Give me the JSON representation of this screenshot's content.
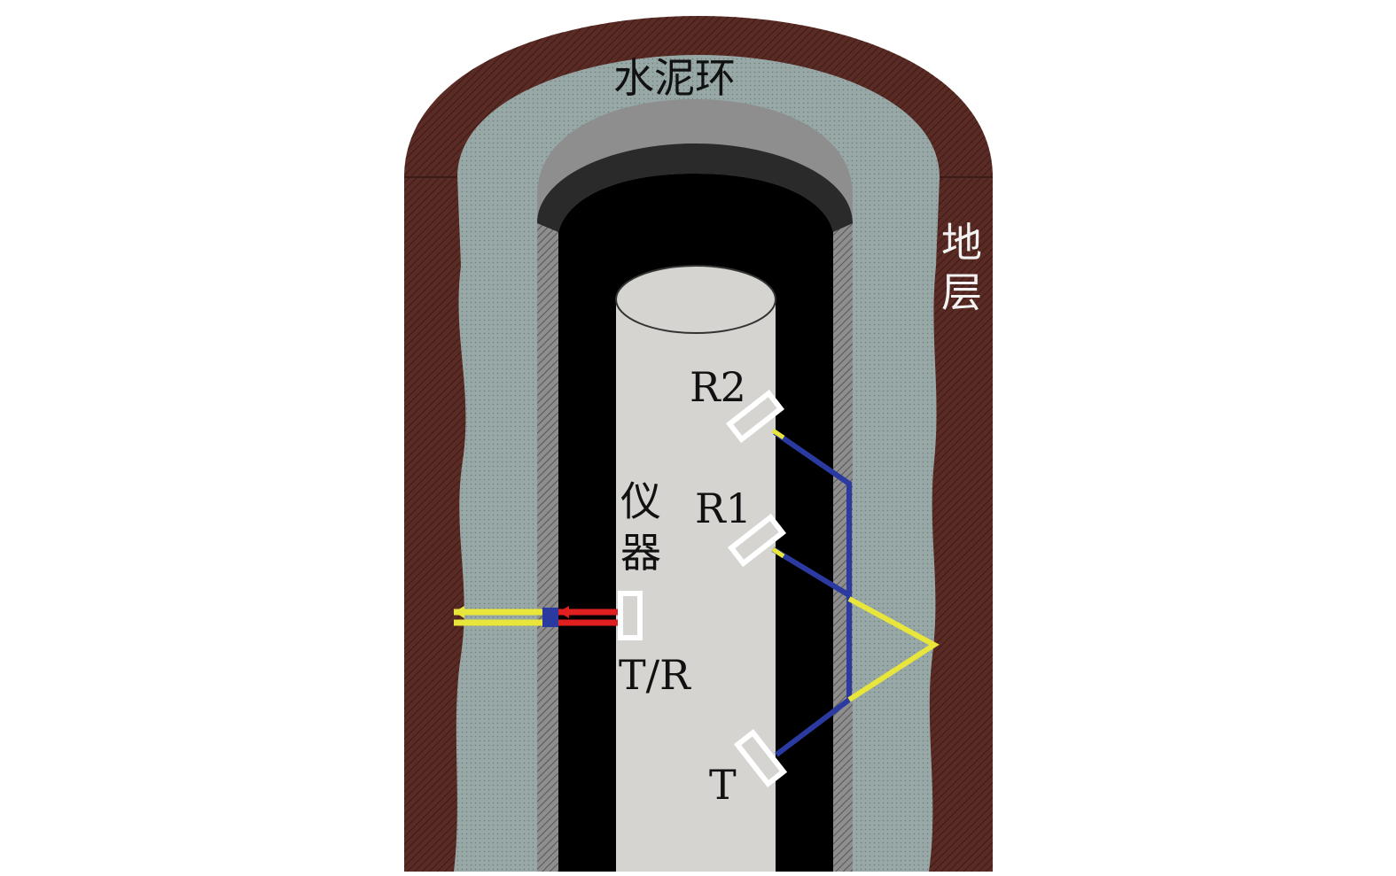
{
  "labels": {
    "cement_ring": "水泥环",
    "formation_char1": "地",
    "formation_char2": "层",
    "instrument_char1": "仪",
    "instrument_char2": "器",
    "receiver_2": "R2",
    "receiver_1": "R1",
    "transmitter": "T",
    "transceiver": "T/R"
  },
  "colors": {
    "background": "#ffffff",
    "formation": "#5a2b24",
    "cement": "#98a8a6",
    "casing_outer": "#8e8e8e",
    "casing_dark": "#2a2a2a",
    "borehole_fluid": "#000000",
    "instrument": "#d6d4d0",
    "ray_yellow": "#e8e63a",
    "ray_blue": "#2a3aa0",
    "ray_red": "#e02020",
    "sensor": "#ffffff"
  },
  "icons": {
    "transducer": "transducer-rect-icon"
  }
}
